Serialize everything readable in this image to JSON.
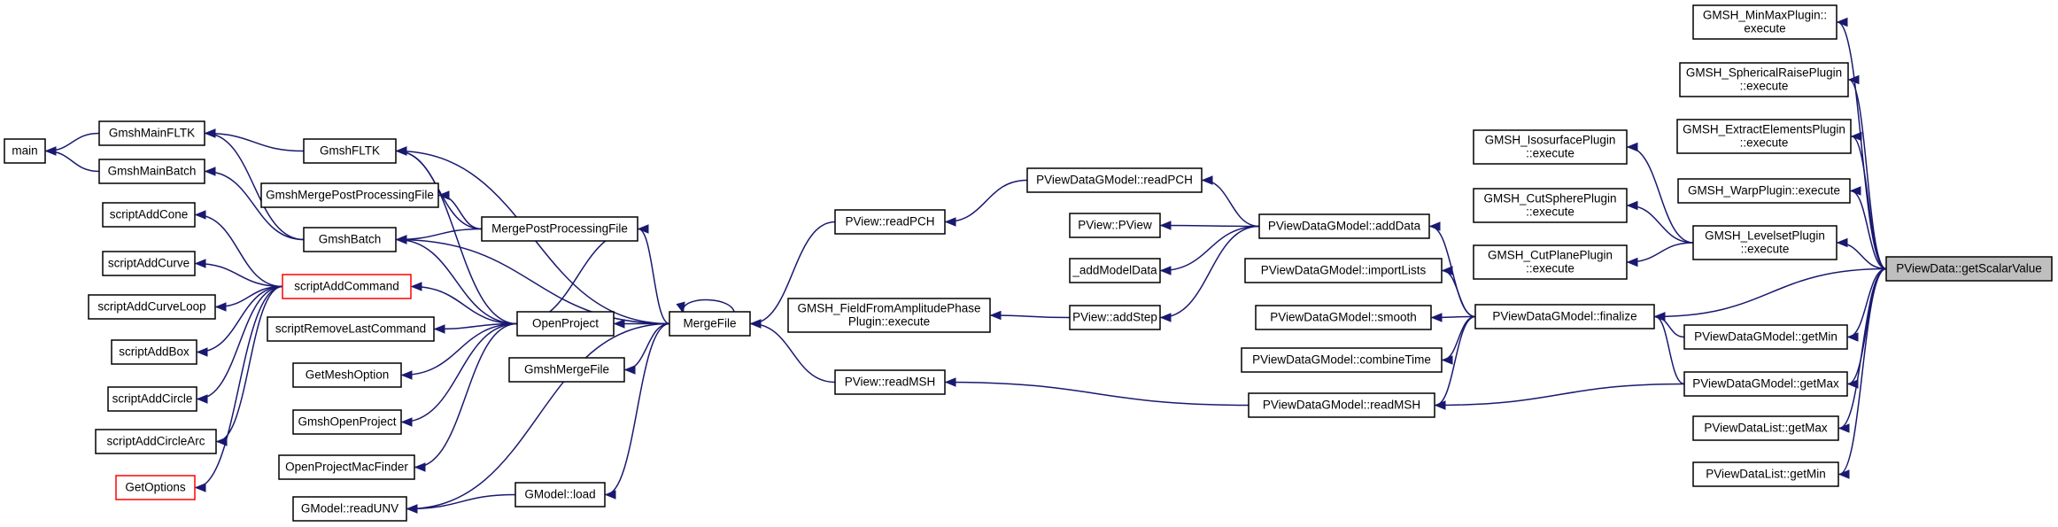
{
  "title": "PViewData::getScalarValue",
  "colors": {
    "edge": "#191970",
    "focus_fill": "#bfbfbf",
    "red_border": "#ff0000",
    "border": "#000000"
  },
  "nodes": [
    {
      "id": "main",
      "lines": [
        "main"
      ]
    },
    {
      "id": "gmshmainfltk",
      "lines": [
        "GmshMainFLTK"
      ]
    },
    {
      "id": "gmshmainbatch",
      "lines": [
        "GmshMainBatch"
      ]
    },
    {
      "id": "gmshfltk",
      "lines": [
        "GmshFLTK"
      ]
    },
    {
      "id": "gmshmergepostprocessingfile",
      "lines": [
        "GmshMergePostProcessingFile"
      ]
    },
    {
      "id": "gmshbatch",
      "lines": [
        "GmshBatch"
      ]
    },
    {
      "id": "mergepostprocessingfile",
      "lines": [
        "MergePostProcessingFile"
      ]
    },
    {
      "id": "scriptaddcone",
      "lines": [
        "scriptAddCone"
      ]
    },
    {
      "id": "scriptaddcurve",
      "lines": [
        "scriptAddCurve"
      ]
    },
    {
      "id": "scriptaddcommand",
      "lines": [
        "scriptAddCommand"
      ]
    },
    {
      "id": "scriptaddcurveloop",
      "lines": [
        "scriptAddCurveLoop"
      ]
    },
    {
      "id": "scriptremovelastcommand",
      "lines": [
        "scriptRemoveLastCommand"
      ]
    },
    {
      "id": "openproject",
      "lines": [
        "OpenProject"
      ]
    },
    {
      "id": "scriptaddbox",
      "lines": [
        "scriptAddBox"
      ]
    },
    {
      "id": "getmeshoption",
      "lines": [
        "GetMeshOption"
      ]
    },
    {
      "id": "gmshmergefile",
      "lines": [
        "GmshMergeFile"
      ]
    },
    {
      "id": "scriptaddcircle",
      "lines": [
        "scriptAddCircle"
      ]
    },
    {
      "id": "gmshopenproject",
      "lines": [
        "GmshOpenProject"
      ]
    },
    {
      "id": "scriptaddcirclearc",
      "lines": [
        "scriptAddCircleArc"
      ]
    },
    {
      "id": "openprojectmacfinder",
      "lines": [
        "OpenProjectMacFinder"
      ]
    },
    {
      "id": "getoptions",
      "lines": [
        "GetOptions"
      ]
    },
    {
      "id": "gmodelreadunv",
      "lines": [
        "GModel::readUNV"
      ]
    },
    {
      "id": "gmodelload",
      "lines": [
        "GModel::load"
      ]
    },
    {
      "id": "mergefile",
      "lines": [
        "MergeFile"
      ]
    },
    {
      "id": "pviewreadpch",
      "lines": [
        "PView::readPCH"
      ]
    },
    {
      "id": "gmshfieldfromamplitudephase",
      "lines": [
        "GMSH_FieldFromAmplitudePhase",
        "Plugin::execute"
      ]
    },
    {
      "id": "pviewreadmsh",
      "lines": [
        "PView::readMSH"
      ]
    },
    {
      "id": "pviewdatagmodelreadpch",
      "lines": [
        "PViewDataGModel::readPCH"
      ]
    },
    {
      "id": "pviewpview",
      "lines": [
        "PView::PView"
      ]
    },
    {
      "id": "addmodeldata",
      "lines": [
        "_addModelData"
      ]
    },
    {
      "id": "pviewaddstep",
      "lines": [
        "PView::addStep"
      ]
    },
    {
      "id": "pviewdatagmodeladddata",
      "lines": [
        "PViewDataGModel::addData"
      ]
    },
    {
      "id": "pviewdatagmodelimportlists",
      "lines": [
        "PViewDataGModel::importLists"
      ]
    },
    {
      "id": "pviewdatagmodelsmooth",
      "lines": [
        "PViewDataGModel::smooth"
      ]
    },
    {
      "id": "pviewdatagmodelcombinetime",
      "lines": [
        "PViewDataGModel::combineTime"
      ]
    },
    {
      "id": "pviewdatagmodelreadmsh",
      "lines": [
        "PViewDataGModel::readMSH"
      ]
    },
    {
      "id": "gmshisosurfaceplugin",
      "lines": [
        "GMSH_IsosurfacePlugin",
        "::execute"
      ]
    },
    {
      "id": "gmshcutsphereplugin",
      "lines": [
        "GMSH_CutSpherePlugin",
        "::execute"
      ]
    },
    {
      "id": "gmshcutplaneplugin",
      "lines": [
        "GMSH_CutPlanePlugin",
        "::execute"
      ]
    },
    {
      "id": "pviewdatagmodelfinalize",
      "lines": [
        "PViewDataGModel::finalize"
      ]
    },
    {
      "id": "gmshminmaxplugin",
      "lines": [
        "GMSH_MinMaxPlugin::",
        "execute"
      ]
    },
    {
      "id": "gmshsphericalraiseplugin",
      "lines": [
        "GMSH_SphericalRaisePlugin",
        "::execute"
      ]
    },
    {
      "id": "gmshextractelementsplugin",
      "lines": [
        "GMSH_ExtractElementsPlugin",
        "::execute"
      ]
    },
    {
      "id": "gmshwarpplugin",
      "lines": [
        "GMSH_WarpPlugin::execute"
      ]
    },
    {
      "id": "gmshlevelsetplugin",
      "lines": [
        "GMSH_LevelsetPlugin",
        "::execute"
      ]
    },
    {
      "id": "pviewdatagmodelgetmin",
      "lines": [
        "PViewDataGModel::getMin"
      ]
    },
    {
      "id": "pviewdatagmodelgetmax",
      "lines": [
        "PViewDataGModel::getMax"
      ]
    },
    {
      "id": "pviewdatalistgetmax",
      "lines": [
        "PViewDataList::getMax"
      ]
    },
    {
      "id": "pviewdatalistgetmin",
      "lines": [
        "PViewDataList::getMin"
      ]
    },
    {
      "id": "pviewdatagetscalarvalue",
      "lines": [
        "PViewData::getScalarValue"
      ]
    }
  ],
  "edges": [
    [
      "gmshmainfltk",
      "main"
    ],
    [
      "gmshmainbatch",
      "main"
    ],
    [
      "gmshfltk",
      "gmshmainfltk"
    ],
    [
      "gmshbatch",
      "gmshmainfltk"
    ],
    [
      "gmshbatch",
      "gmshmainbatch"
    ],
    [
      "mergepostprocessingfile",
      "gmshfltk"
    ],
    [
      "mergepostprocessingfile",
      "gmshmergepostprocessingfile"
    ],
    [
      "mergepostprocessingfile",
      "gmshbatch"
    ],
    [
      "scriptaddcommand",
      "scriptaddcone"
    ],
    [
      "scriptaddcommand",
      "scriptaddcurve"
    ],
    [
      "scriptaddcommand",
      "scriptaddcurveloop"
    ],
    [
      "scriptaddcommand",
      "scriptaddbox"
    ],
    [
      "scriptaddcommand",
      "scriptaddcircle"
    ],
    [
      "scriptaddcommand",
      "scriptaddcirclearc"
    ],
    [
      "scriptaddcommand",
      "getoptions"
    ],
    [
      "openproject",
      "gmshfltk"
    ],
    [
      "openproject",
      "gmshbatch"
    ],
    [
      "openproject",
      "mergepostprocessingfile"
    ],
    [
      "openproject",
      "scriptaddcommand"
    ],
    [
      "openproject",
      "scriptremovelastcommand"
    ],
    [
      "openproject",
      "getmeshoption"
    ],
    [
      "openproject",
      "gmshopenproject"
    ],
    [
      "openproject",
      "openprojectmacfinder"
    ],
    [
      "mergefile",
      "gmshfltk"
    ],
    [
      "mergefile",
      "gmshbatch"
    ],
    [
      "mergefile",
      "mergepostprocessingfile"
    ],
    [
      "mergefile",
      "openproject"
    ],
    [
      "mergefile",
      "gmshmergefile"
    ],
    [
      "mergefile",
      "gmodelreadunv"
    ],
    [
      "mergefile",
      "gmodelload"
    ],
    [
      "mergefile",
      "mergefile"
    ],
    [
      "gmodelload",
      "gmodelreadunv"
    ],
    [
      "pviewreadpch",
      "mergefile"
    ],
    [
      "pviewreadmsh",
      "mergefile"
    ],
    [
      "pviewdatagmodelreadpch",
      "pviewreadpch"
    ],
    [
      "pviewaddstep",
      "gmshfieldfromamplitudephase"
    ],
    [
      "pviewdatagmodeladddata",
      "pviewdatagmodelreadpch"
    ],
    [
      "pviewdatagmodeladddata",
      "pviewpview"
    ],
    [
      "pviewdatagmodeladddata",
      "addmodeldata"
    ],
    [
      "pviewdatagmodeladddata",
      "pviewaddstep"
    ],
    [
      "pviewdatagmodelreadmsh",
      "pviewreadmsh"
    ],
    [
      "pviewdatagmodelfinalize",
      "pviewdatagmodeladddata"
    ],
    [
      "pviewdatagmodelfinalize",
      "pviewdatagmodelimportlists"
    ],
    [
      "pviewdatagmodelfinalize",
      "pviewdatagmodelsmooth"
    ],
    [
      "pviewdatagmodelfinalize",
      "pviewdatagmodelcombinetime"
    ],
    [
      "pviewdatagmodelfinalize",
      "pviewdatagmodelreadmsh"
    ],
    [
      "gmshlevelsetplugin",
      "gmshisosurfaceplugin"
    ],
    [
      "gmshlevelsetplugin",
      "gmshcutsphereplugin"
    ],
    [
      "gmshlevelsetplugin",
      "gmshcutplaneplugin"
    ],
    [
      "pviewdatagmodelgetmin",
      "pviewdatagmodelfinalize"
    ],
    [
      "pviewdatagmodelgetmax",
      "pviewdatagmodelfinalize"
    ],
    [
      "pviewdatagmodelgetmax",
      "pviewdatagmodelreadmsh"
    ],
    [
      "pviewdatagetscalarvalue",
      "gmshminmaxplugin"
    ],
    [
      "pviewdatagetscalarvalue",
      "gmshsphericalraiseplugin"
    ],
    [
      "pviewdatagetscalarvalue",
      "gmshextractelementsplugin"
    ],
    [
      "pviewdatagetscalarvalue",
      "gmshwarpplugin"
    ],
    [
      "pviewdatagetscalarvalue",
      "gmshlevelsetplugin"
    ],
    [
      "pviewdatagetscalarvalue",
      "pviewdatagmodelfinalize"
    ],
    [
      "pviewdatagetscalarvalue",
      "pviewdatagmodelgetmin"
    ],
    [
      "pviewdatagetscalarvalue",
      "pviewdatagmodelgetmax"
    ],
    [
      "pviewdatagetscalarvalue",
      "pviewdatalistgetmax"
    ],
    [
      "pviewdatagetscalarvalue",
      "pviewdatalistgetmin"
    ]
  ],
  "red_nodes": [
    "scriptaddcommand",
    "getoptions"
  ],
  "focus_node": "pviewdatagetscalarvalue"
}
